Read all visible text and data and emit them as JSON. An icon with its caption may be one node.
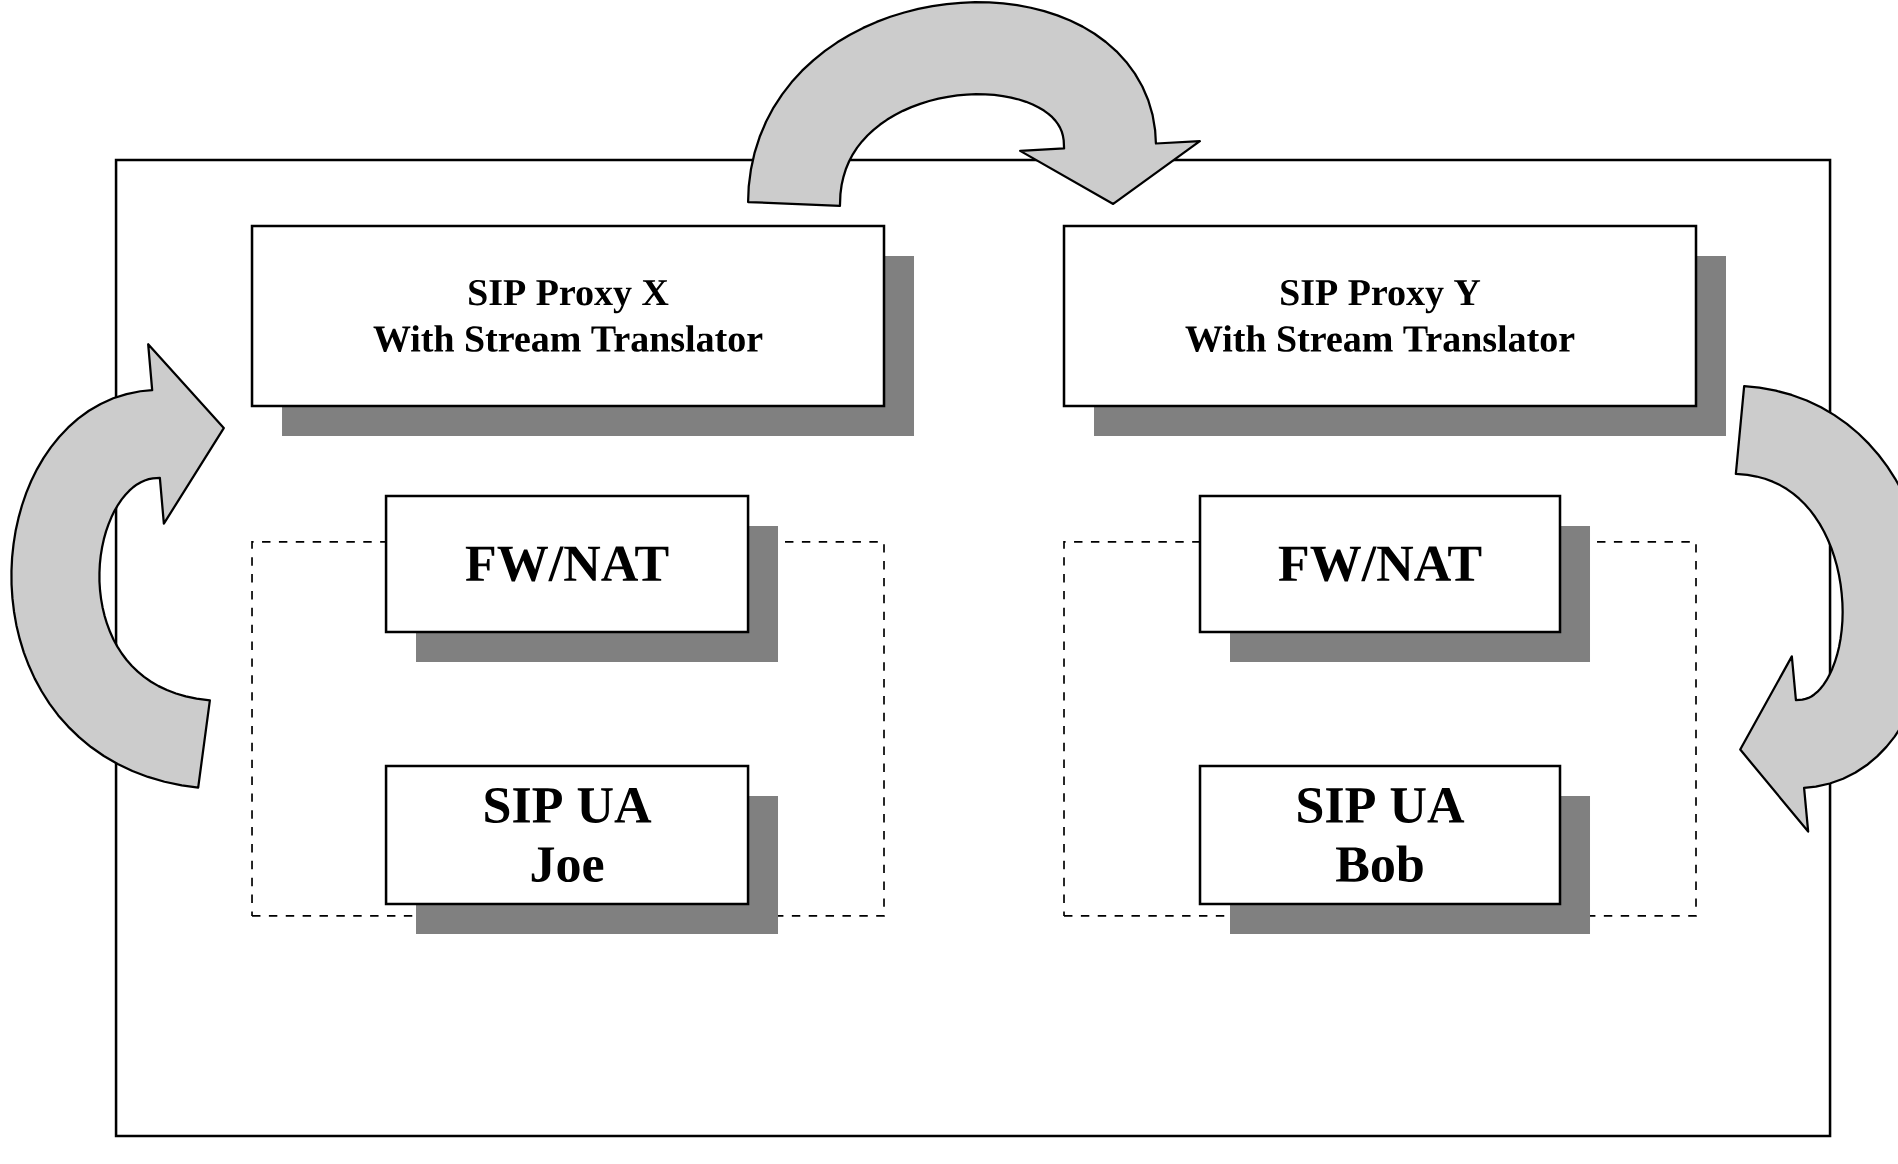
{
  "diagram": {
    "nodes": [
      {
        "text": [],
        "shape": "box"
      },
      {
        "text": [
          "SIP Proxy X",
          "With Stream Translator"
        ],
        "in": 0
      },
      {
        "text": [
          "SIP Proxy Y",
          "With Stream Translator"
        ],
        "in": 0
      },
      {
        "text": [],
        "shape": "box",
        "in": 0
      },
      {
        "text": [
          "FW/NAT"
        ],
        "in": 0
      },
      {
        "text": [
          "SIP UA",
          "Joe"
        ],
        "in": 3
      },
      {
        "text": [],
        "shape": "box",
        "in": 0
      },
      {
        "text": [
          "FW/NAT"
        ],
        "in": 0
      },
      {
        "text": [
          "SIP UA",
          "Bob"
        ],
        "in": 6
      }
    ],
    "edges": [
      {
        "from": null,
        "to": 1,
        "arrow": "to"
      },
      {
        "from": 1,
        "to": 2,
        "arrow": "to"
      },
      {
        "from": 2,
        "to": null,
        "arrow": "to"
      }
    ]
  }
}
